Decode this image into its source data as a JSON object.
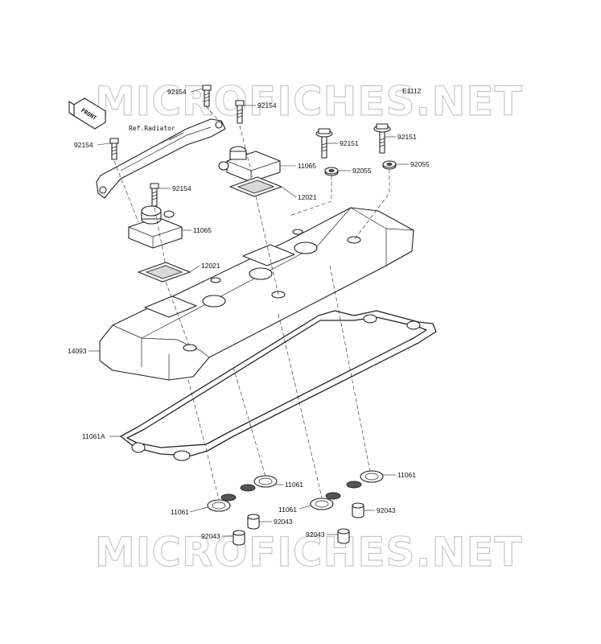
{
  "diagram": {
    "ref_code": "E1112",
    "watermark": "MICROFICHES.NET",
    "front_arrow_label": "FRONT",
    "ref_note": "Ref.Radiator",
    "colors": {
      "line": "#222222",
      "watermark": "#c8c8c8",
      "background": "#ffffff"
    },
    "labels": {
      "bolt_top": "92154",
      "bolt_bracket_right": "92154",
      "bolt_bracket_left": "92154",
      "bolt_mid": "92154",
      "bolt_nut_left": "92151",
      "bolt_nut_right": "92151",
      "washer_left": "92055",
      "washer_right": "92055",
      "cap_upper": "11065",
      "cap_lower": "11065",
      "seal_upper": "12021",
      "seal_lower": "12021",
      "head_cover": "14093",
      "gasket": "11061A",
      "plug_gasket_a": "11061",
      "plug_gasket_b": "11061",
      "plug_gasket_c": "11061",
      "plug_gasket_d": "11061",
      "dowel_a": "92043",
      "dowel_b": "92043",
      "dowel_c": "92043",
      "dowel_d": "92043"
    }
  }
}
